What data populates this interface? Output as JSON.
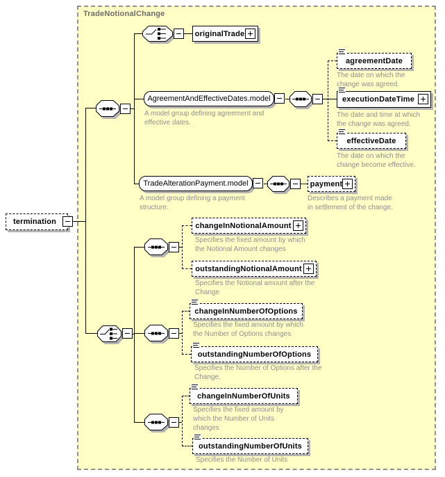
{
  "title": "TradeNotionalChange",
  "colors": {
    "container_bg": "#FFFFC6",
    "container_border": "#909090",
    "shadow": "#B4B4B4",
    "desc_text": "#8E8E8E",
    "title_text": "#6B6B6B",
    "line": "#000000"
  },
  "root": {
    "label": "termination"
  },
  "nodes": {
    "originalTrade": {
      "label": "originalTrade"
    },
    "agreementModel": {
      "label": "AgreementAndEffectiveDates.model",
      "description": "A model group defining agreement and\neffective dates."
    },
    "agreementDate": {
      "label": "agreementDate",
      "description": "The date on which the\nchange was agreed."
    },
    "executionDateTime": {
      "label": "executionDateTime",
      "description": "The date and time at which\nthe change was agreed."
    },
    "effectiveDate": {
      "label": "effectiveDate",
      "description": "The date on which the\nchange become effective."
    },
    "paymentModel": {
      "label": "TradeAlterationPayment.model",
      "description": "A model group defining a payment\nstructure."
    },
    "payment": {
      "label": "payment",
      "description": "Describes a payment made\nin settlement of the change."
    },
    "changeInNotionalAmount": {
      "label": "changeInNotionalAmount",
      "description": "Specifies the fixed amount by which\nthe Notional Amount changes"
    },
    "outstandingNotionalAmount": {
      "label": "outstandingNotionalAmount",
      "description": "Specifies the Notional amount after the\nChange"
    },
    "changeInNumberOfOptions": {
      "label": "changeInNumberOfOptions",
      "description": "Specifies the fixed amount by which\nthe Number of Options changes"
    },
    "outstandingNumberOfOptions": {
      "label": "outstandingNumberOfOptions",
      "description": "Specifies the Number of Options after the\nChange."
    },
    "changeInNumberOfUnits": {
      "label": "changeInNumberOfUnits",
      "description": "Specifies the fixed amount by\nwhich the Number of Units\nchanges"
    },
    "outstandingNumberOfUnits": {
      "label": "outstandingNumberOfUnits",
      "description": "Specifies the Number of Units"
    }
  }
}
